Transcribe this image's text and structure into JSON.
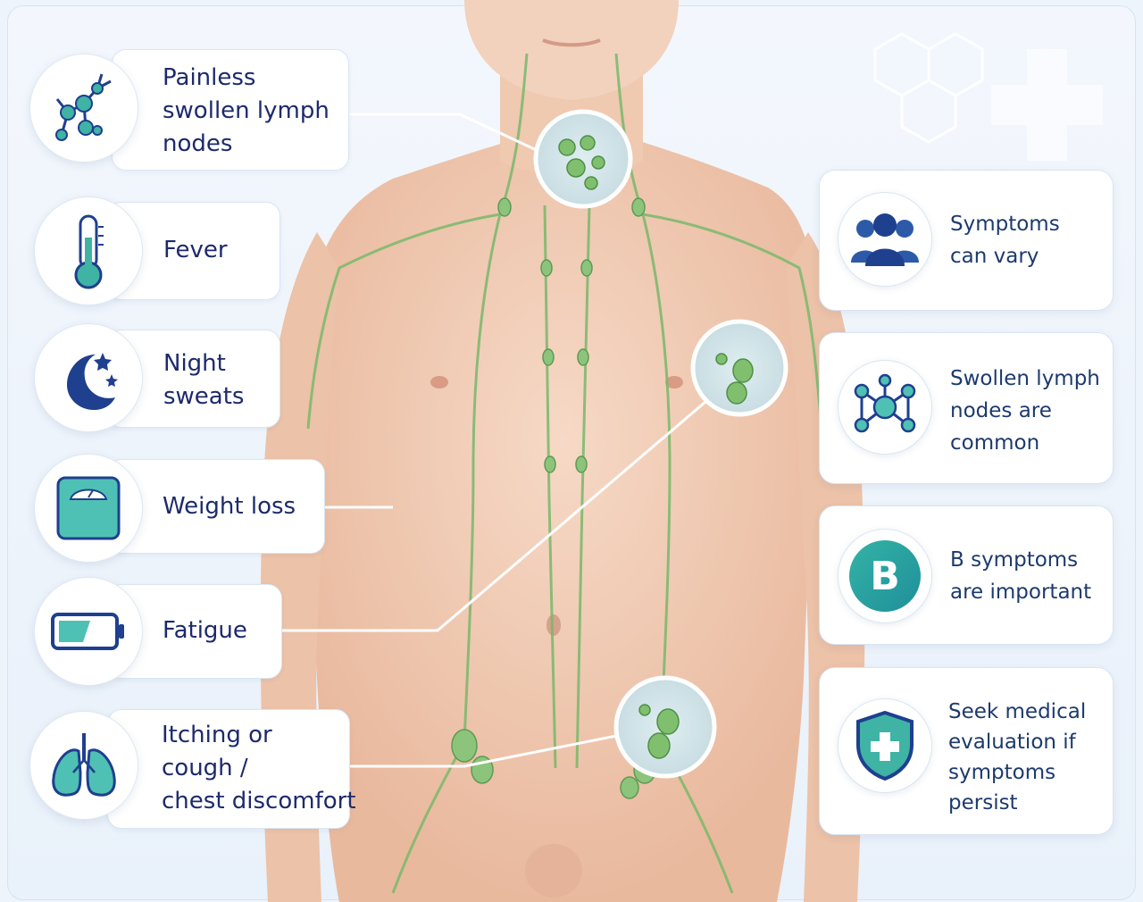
{
  "left_symptoms": [
    {
      "label": "Painless\nswollen lymph\nnodes",
      "icon": "lymph-node-icon"
    },
    {
      "label": "Fever",
      "icon": "thermometer-icon"
    },
    {
      "label": "Night\nsweats",
      "icon": "moon-stars-icon"
    },
    {
      "label": "Weight loss",
      "icon": "scale-icon"
    },
    {
      "label": "Fatigue",
      "icon": "low-battery-icon"
    },
    {
      "label": "Itching or\ncough /\nchest discomfort",
      "icon": "lungs-icon"
    }
  ],
  "right_notes": [
    {
      "label": "Symptoms\ncan vary",
      "icon": "people-icon"
    },
    {
      "label": "Swollen lymph\nnodes are\ncommon",
      "icon": "network-icon"
    },
    {
      "label": "B symptoms\nare important",
      "icon": "b-badge-icon",
      "badge": "B"
    },
    {
      "label": "Seek medical\nevaluation if\nsymptoms\npersist",
      "icon": "shield-cross-icon"
    }
  ],
  "colors": {
    "text_dark": "#1d2a6b",
    "teal": "#2aa3a3",
    "navy": "#1f3f8f",
    "lymph_green": "#79b86b",
    "skin": "#f2cdb6"
  }
}
